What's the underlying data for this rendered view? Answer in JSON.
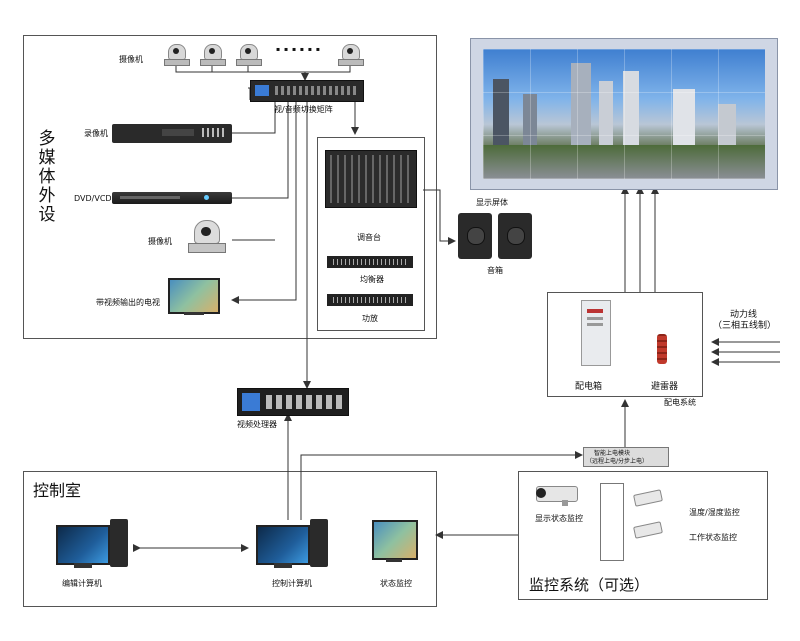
{
  "multimedia": {
    "title": "多媒体外设",
    "cameras_label": "摄像机",
    "dots": "▪ ▪ ▪ ▪ ▪ ▪",
    "matrix_label": "视/音频切换矩阵",
    "recorder_label": "录像机",
    "dvd_label": "DVD/VCD",
    "camera2_label": "摄像机",
    "tv_label": "带视频输出的电视"
  },
  "audio": {
    "mixer_label": "调音台",
    "eq_label": "均衡器",
    "amp_label": "功放",
    "speaker_label": "音箱"
  },
  "display": {
    "screen_label": "显示屏体"
  },
  "power": {
    "line_label": "动力线",
    "line_sub": "（三相五线制）",
    "cabinet_label": "配电箱",
    "arrester_label": "避雷器",
    "system_label": "配电系统"
  },
  "processor": {
    "label": "视频处理器"
  },
  "smart_module": {
    "line1": "智能上电模块",
    "line2": "（远程上电/分步上电）"
  },
  "control_room": {
    "title": "控制室",
    "edit_pc_label": "编辑计算机",
    "control_pc_label": "控制计算机",
    "status_label": "状态监控"
  },
  "monitoring": {
    "title": "监控系统（可选）",
    "display_status_label": "显示状态监控",
    "temp_label": "温度/湿度监控",
    "work_label": "工作状态监控"
  },
  "colors": {
    "line": "#333333",
    "screen_frame": "#cfd6e4",
    "device_dark": "#2a2a2a",
    "monitor_blue": "#1f5d9a",
    "arrester_red": "#c0392b"
  }
}
